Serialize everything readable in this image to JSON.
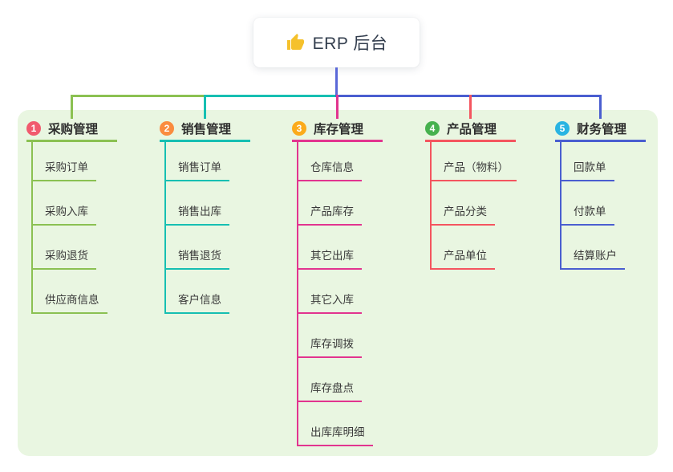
{
  "root": {
    "icon": "thumbs-up-icon",
    "icon_color": "#f5c12c",
    "title": "ERP 后台"
  },
  "colors": {
    "root_connector": "#5a68d8",
    "bus_blue": "#4a5ed0",
    "panel_background": "#e9f6e1"
  },
  "branches": [
    {
      "number": "1",
      "label": "采购管理",
      "badge_color": "#f15a6e",
      "line_color": "#8bc152",
      "items": [
        "采购订单",
        "采购入库",
        "采购退货",
        "供应商信息"
      ]
    },
    {
      "number": "2",
      "label": "销售管理",
      "badge_color": "#fa8c3f",
      "line_color": "#16bfb2",
      "items": [
        "销售订单",
        "销售出库",
        "销售退货",
        "客户信息"
      ]
    },
    {
      "number": "3",
      "label": "库存管理",
      "badge_color": "#fbab1b",
      "line_color": "#e2348f",
      "items": [
        "仓库信息",
        "产品库存",
        "其它出库",
        "其它入库",
        "库存调拨",
        "库存盘点",
        "出库库明细"
      ]
    },
    {
      "number": "4",
      "label": "产品管理",
      "badge_color": "#46b14e",
      "line_color": "#f4555f",
      "items": [
        "产品（物料）",
        "产品分类",
        "产品单位"
      ]
    },
    {
      "number": "5",
      "label": "财务管理",
      "badge_color": "#29b4e2",
      "line_color": "#4a5ed0",
      "items": [
        "回款单",
        "付款单",
        "结算账户"
      ]
    }
  ]
}
